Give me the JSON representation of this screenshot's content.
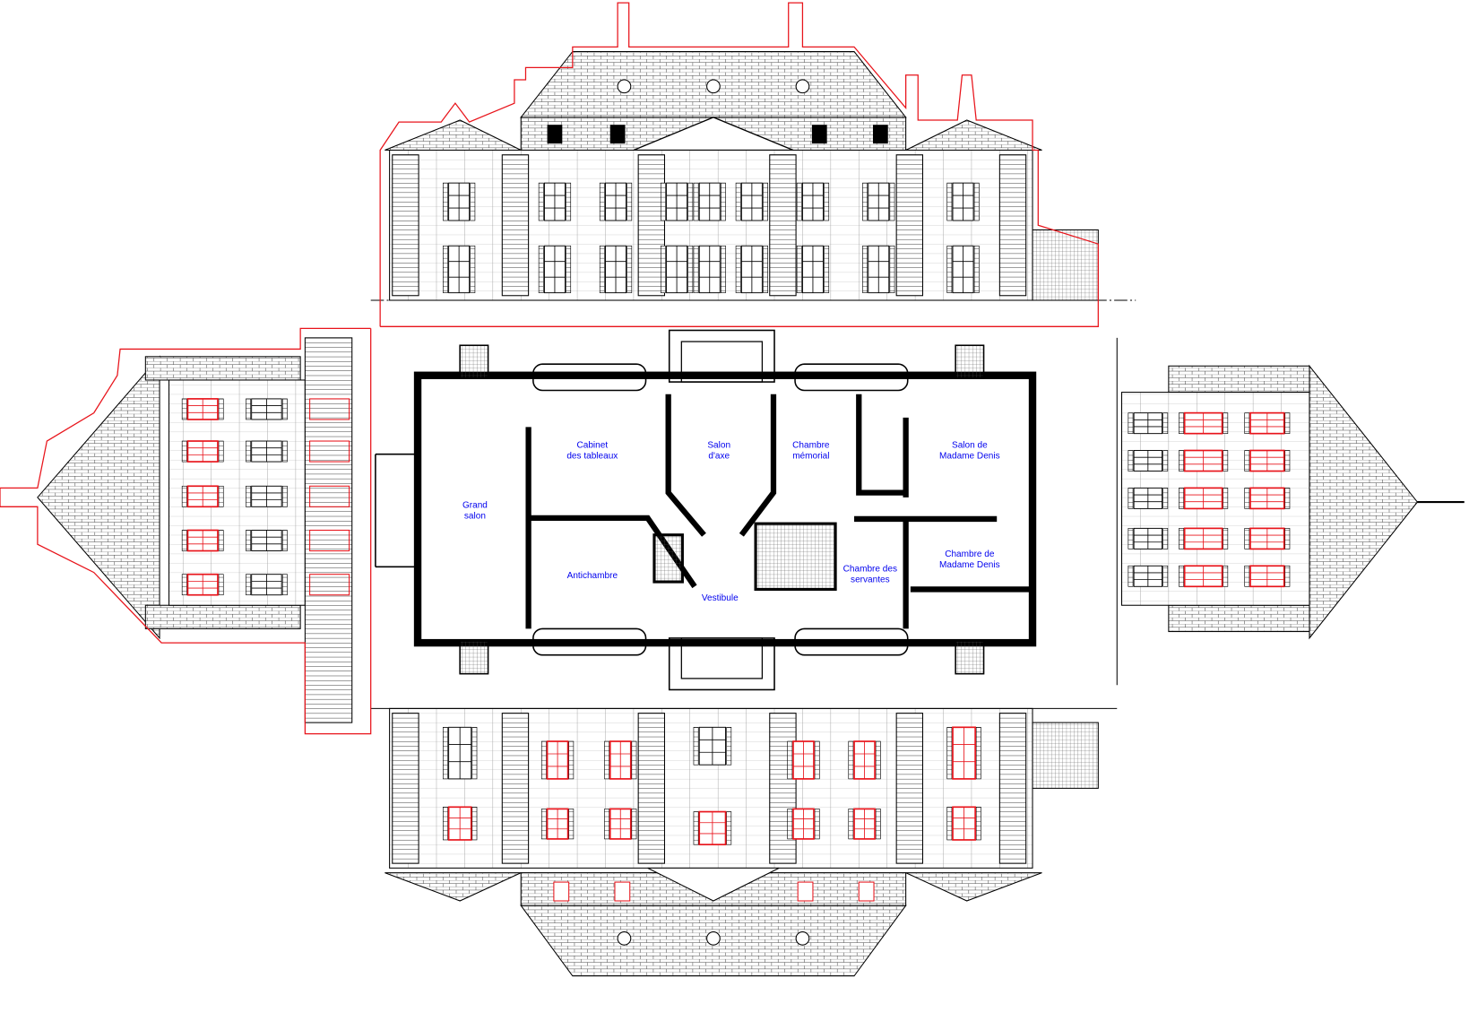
{
  "drawing": {
    "colors": {
      "ink": "#000000",
      "highlight": "#e8141b",
      "label": "#0000ee"
    },
    "rooms": [
      {
        "id": "cabinet",
        "lines": [
          "Cabinet",
          "des tableaux"
        ]
      },
      {
        "id": "salon-axe",
        "lines": [
          "Salon",
          "d'axe"
        ]
      },
      {
        "id": "chambre-memorial",
        "lines": [
          "Chambre",
          "mémorial"
        ]
      },
      {
        "id": "salon-denis",
        "lines": [
          "Salon de",
          "Madame Denis"
        ]
      },
      {
        "id": "grand-salon",
        "lines": [
          "Grand",
          "salon"
        ]
      },
      {
        "id": "antichambre",
        "lines": [
          "Antichambre"
        ]
      },
      {
        "id": "vestibule",
        "lines": [
          "Vestibule"
        ]
      },
      {
        "id": "chambre-servantes",
        "lines": [
          "Chambre des",
          "servantes"
        ]
      },
      {
        "id": "chambre-denis",
        "lines": [
          "Chambre de",
          "Madame Denis"
        ]
      }
    ]
  }
}
